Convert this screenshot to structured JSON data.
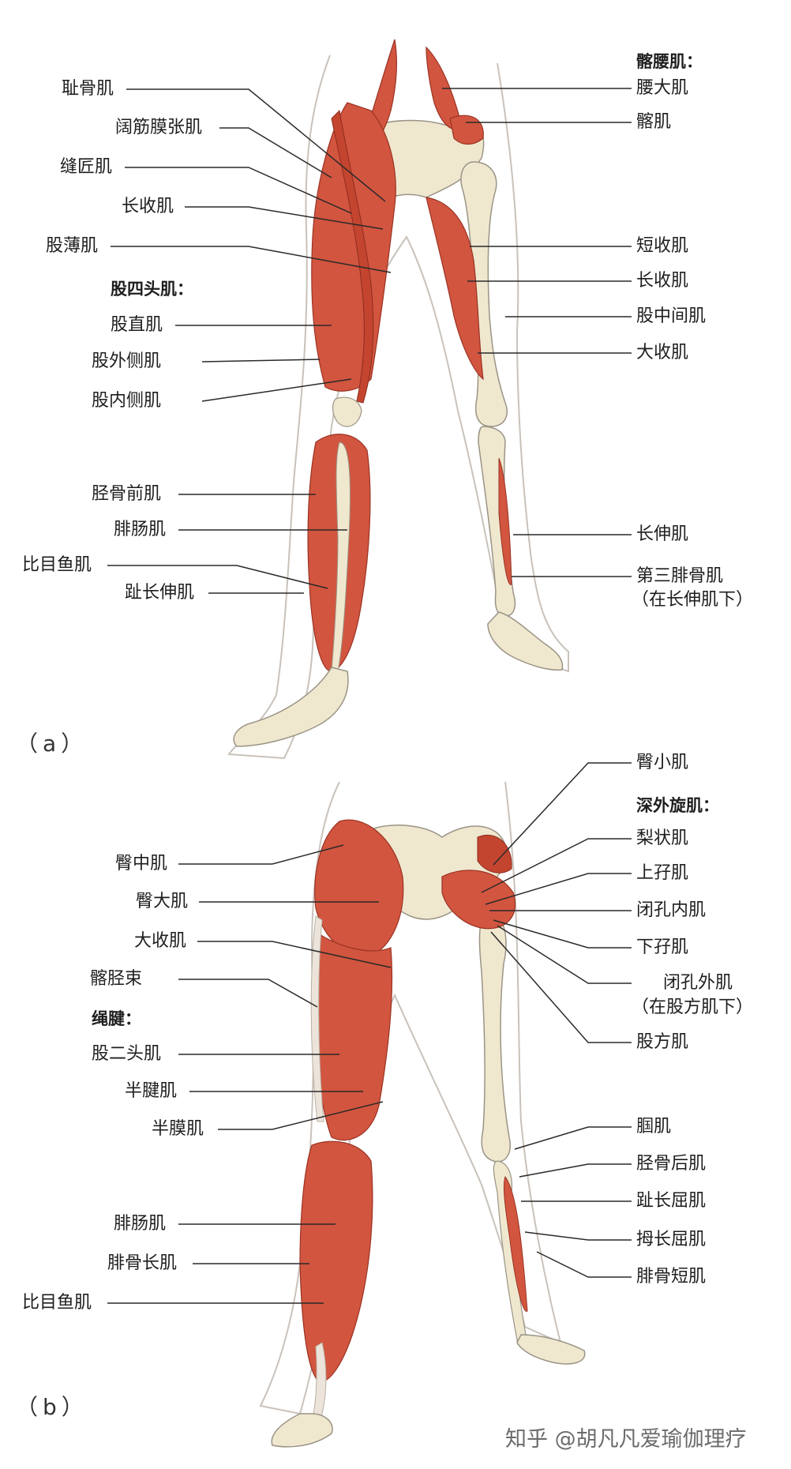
{
  "panel_a": {
    "tag": "（a）",
    "left_labels": [
      "耻骨肌",
      "阔筋膜张肌",
      "缝匠肌",
      "长收肌",
      "股薄肌"
    ],
    "quadriceps_header": "股四头肌：",
    "quadriceps_labels": [
      "股直肌",
      "股外侧肌",
      "股内侧肌"
    ],
    "lower_left_labels": [
      "胫骨前肌",
      "腓肠肌",
      "比目鱼肌",
      "趾长伸肌"
    ],
    "iliopsoas_header": "髂腰肌：",
    "iliopsoas_labels": [
      "腰大肌",
      "髂肌"
    ],
    "right_labels": [
      "短收肌",
      "长收肌",
      "股中间肌",
      "大收肌"
    ],
    "lower_right_labels": [
      "长伸肌",
      "第三腓骨肌",
      "（在长伸肌下）"
    ]
  },
  "panel_b": {
    "tag": "（b）",
    "left_labels": [
      "臀中肌",
      "臀大肌",
      "大收肌",
      "髂胫束"
    ],
    "hamstrings_header": "绳腱：",
    "hamstrings_labels": [
      "股二头肌",
      "半腱肌",
      "半膜肌"
    ],
    "lower_left_labels": [
      "腓肠肌",
      "腓骨长肌",
      "比目鱼肌"
    ],
    "top_right_label": "臀小肌",
    "deep_rotators_header": "深外旋肌：",
    "deep_rotators_labels": [
      "梨状肌",
      "上孖肌",
      "闭孔内肌",
      "下孖肌",
      "闭孔外肌",
      "（在股方肌下）",
      "股方肌"
    ],
    "lower_right_labels": [
      "腘肌",
      "胫骨后肌",
      "趾长屈肌",
      "拇长屈肌",
      "腓骨短肌"
    ]
  },
  "watermark": "知乎 @胡凡凡爱瑜伽理疗",
  "colors": {
    "muscle": "#d2553f",
    "muscle_dark": "#b43b2b",
    "bone": "#efe8cf",
    "tendon": "#ece4da",
    "skin_outline": "#c9c2bb",
    "leader_line": "#2a2a2a"
  }
}
